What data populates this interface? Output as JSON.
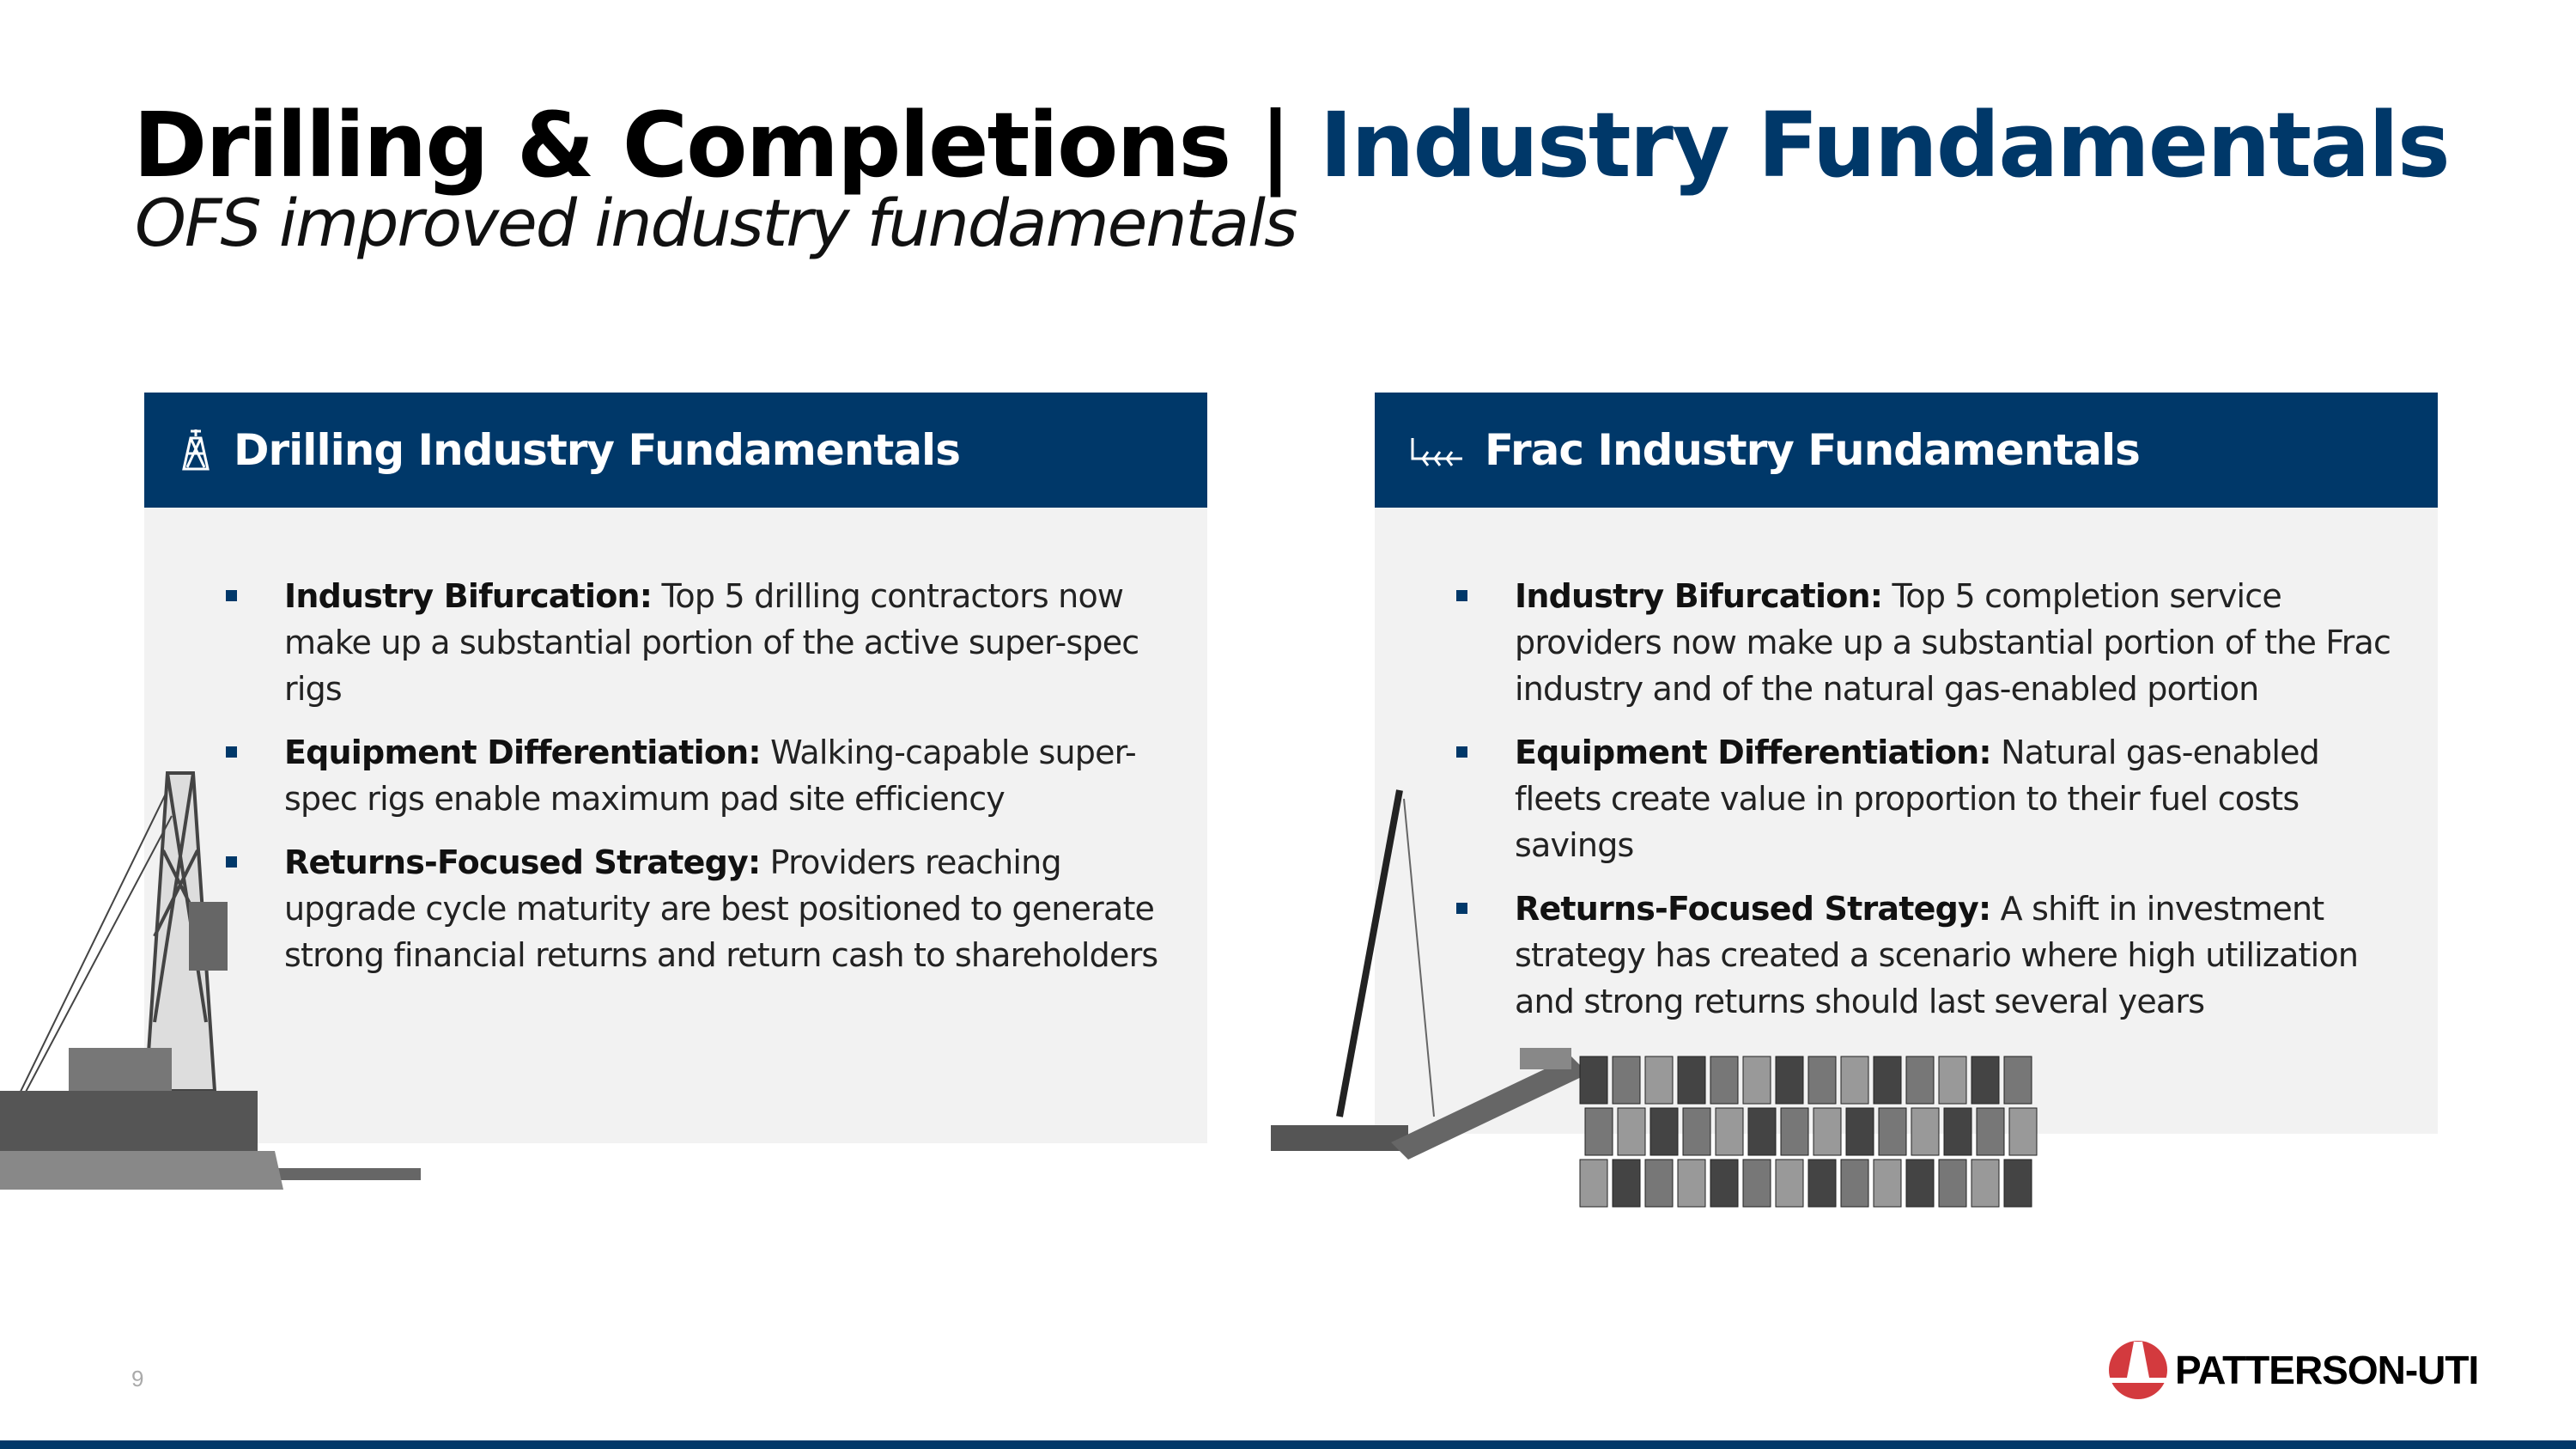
{
  "title": {
    "main": "Drilling & Completions | ",
    "accent": "Industry Fundamentals",
    "subtitle": "OFS improved industry fundamentals"
  },
  "colors": {
    "brand": "#003869",
    "panel_bg": "#f2f2f2",
    "logo_red": "#d33a3e"
  },
  "panels": [
    {
      "title": "Drilling Industry Fundamentals",
      "icon": "drilling-rig-icon",
      "bullets": [
        {
          "label": "Industry Bifurcation:",
          "text": " Top 5 drilling contractors now make up a substantial portion of the active super-spec rigs"
        },
        {
          "label": "Equipment Differentiation:",
          "text": " Walking-capable super-spec rigs enable maximum pad site efficiency"
        },
        {
          "label": "Returns-Focused Strategy:",
          "text": " Providers reaching upgrade cycle maturity are best positioned to generate strong financial returns and return cash to shareholders"
        }
      ]
    },
    {
      "title": "Frac Industry Fundamentals",
      "icon": "frac-well-icon",
      "bullets": [
        {
          "label": "Industry Bifurcation:",
          "text": " Top 5 completion service providers now make up a substantial portion of the Frac industry and of the natural gas-enabled portion"
        },
        {
          "label": "Equipment Differentiation:",
          "text": " Natural gas-enabled fleets create value in proportion to their fuel costs savings"
        },
        {
          "label": "Returns-Focused Strategy:",
          "text": " A shift in investment strategy has created a scenario where high utilization and strong returns should last several years"
        }
      ]
    }
  ],
  "footer": {
    "page_number": "9",
    "logo_text": "PATTERSON-UTI"
  }
}
